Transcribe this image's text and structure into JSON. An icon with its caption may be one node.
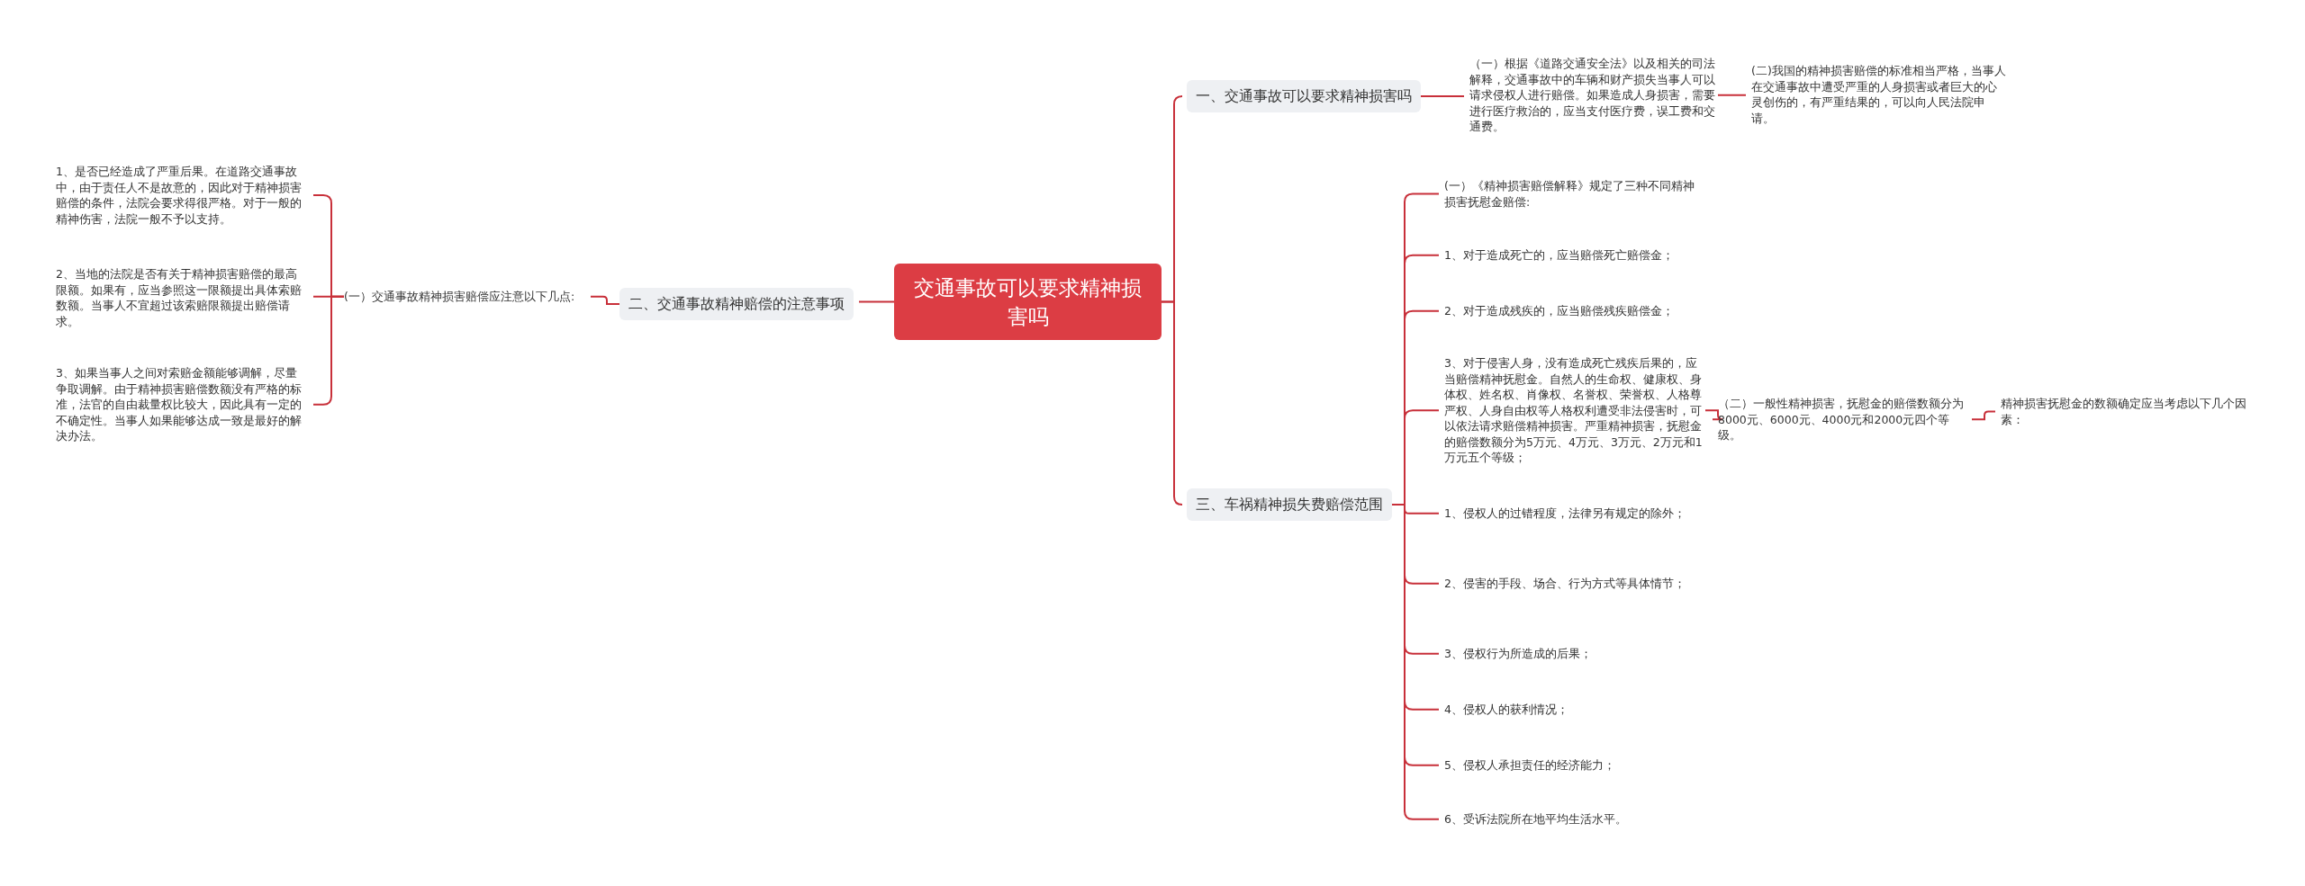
{
  "diagram": {
    "nodes": [
      {
        "text": [
          "交通事故可以要求精神损害吗"
        ]
      },
      {
        "text": [
          "一、交通事故可以要求精神损害吗"
        ]
      },
      {
        "text": [
          "（一）根据《道路交通安全法》以及相关的司法解释，交通事故中的车辆和财产损失当事人可以请求侵权人进行赔偿。如果造成人身损害，需要进行医疗救治的，应当支付医疗费，误工费和交通费。"
        ]
      },
      {
        "text": [
          "(二)我国的精神损害赔偿的标准相当严格，当事人在交通事故中遭受严重的人身损害或者巨大的心灵创伤的，有严重结果的，可以向人民法院申请。"
        ]
      },
      {
        "text": [
          "二、交通事故精神赔偿的注意事项"
        ]
      },
      {
        "text": [
          "(一）交通事故精神损害赔偿应注意以下几点:"
        ]
      },
      {
        "text": [
          "1、是否已经造成了严重后果。在道路交通事故中，由于责任人不是故意的，因此对于精神损害赔偿的条件，法院会要求得很严格。对于一般的精神伤害，法院一般不予以支持。"
        ]
      },
      {
        "text": [
          "2、当地的法院是否有关于精神损害赔偿的最高限额。如果有，应当参照这一限额提出具体索赔数额。当事人不宜超过该索赔限额提出赔偿请求。"
        ]
      },
      {
        "text": [
          "3、如果当事人之间对索赔金额能够调解，尽量争取调解。由于精神损害赔偿数额没有严格的标准，法官的自由裁量权比较大，因此具有一定的不确定性。当事人如果能够达成一致是最好的解决办法。"
        ]
      },
      {
        "text": [
          "三、车祸精神损失费赔偿范围"
        ]
      },
      {
        "text": [
          "(一）《精神损害赔偿解释》规定了三种不同精神损害抚慰金赔偿:"
        ]
      },
      {
        "text": [
          "1、对于造成死亡的，应当赔偿死亡赔偿金；"
        ]
      },
      {
        "text": [
          "2、对于造成残疾的，应当赔偿残疾赔偿金；"
        ]
      },
      {
        "text": [
          "3、对于侵害人身，没有造成死亡残疾后果的，应当赔偿精神抚慰金。自然人的生命权、健康权、身体权、姓名权、肖像权、名誉权、荣誉权、人格尊严权、人身自由权等人格权利遭受非法侵害时，可以依法请求赔偿精神损害。严重精神损害，抚慰金的赔偿数额分为5万元、4万元、3万元、2万元和1万元五个等级；"
        ]
      },
      {
        "text": [
          "（二）一般性精神损害，抚慰金的赔偿数额分为8000元、6000元、4000元和2000元四个等级。"
        ]
      },
      {
        "text": [
          "精神损害抚慰金的数额确定应当考虑以下几个因素："
        ]
      },
      {
        "text": [
          "1、侵权人的过错程度，法律另有规定的除外；"
        ]
      },
      {
        "text": [
          "2、侵害的手段、场合、行为方式等具体情节；"
        ]
      },
      {
        "text": [
          "3、侵权行为所造成的后果；"
        ]
      },
      {
        "text": [
          "4、侵权人的获利情况；"
        ]
      },
      {
        "text": [
          "5、侵权人承担责任的经济能力；"
        ]
      },
      {
        "text": [
          "6、受诉法院所在地平均生活水平。"
        ]
      }
    ],
    "edges": [
      {
        "from": 0,
        "to": 1,
        "arrow": "none"
      },
      {
        "from": 1,
        "to": 2,
        "arrow": "none"
      },
      {
        "from": 2,
        "to": 3,
        "arrow": "none"
      },
      {
        "from": 0,
        "to": 4,
        "arrow": "none"
      },
      {
        "from": 4,
        "to": 5,
        "arrow": "none"
      },
      {
        "from": 5,
        "to": 6,
        "arrow": "none"
      },
      {
        "from": 5,
        "to": 7,
        "arrow": "none"
      },
      {
        "from": 5,
        "to": 8,
        "arrow": "none"
      },
      {
        "from": 0,
        "to": 9,
        "arrow": "none"
      },
      {
        "from": 9,
        "to": 10,
        "arrow": "none"
      },
      {
        "from": 9,
        "to": 11,
        "arrow": "none"
      },
      {
        "from": 9,
        "to": 12,
        "arrow": "none"
      },
      {
        "from": 9,
        "to": 13,
        "arrow": "none"
      },
      {
        "from": 13,
        "to": 14,
        "arrow": "none"
      },
      {
        "from": 14,
        "to": 15,
        "arrow": "none"
      },
      {
        "from": 9,
        "to": 16,
        "arrow": "none"
      },
      {
        "from": 9,
        "to": 17,
        "arrow": "none"
      },
      {
        "from": 9,
        "to": 18,
        "arrow": "none"
      },
      {
        "from": 9,
        "to": 19,
        "arrow": "none"
      },
      {
        "from": 9,
        "to": 20,
        "arrow": "none"
      },
      {
        "from": 9,
        "to": 21,
        "arrow": "none"
      }
    ]
  }
}
